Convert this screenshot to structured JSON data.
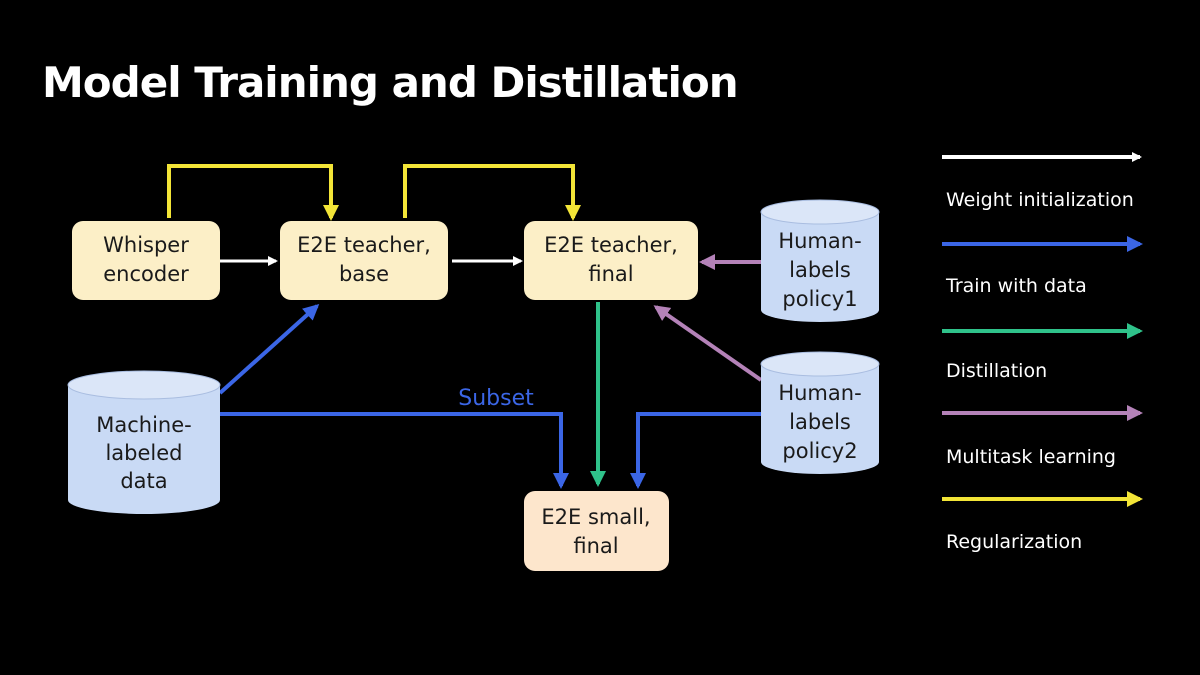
{
  "title": "Model Training and Distillation",
  "colors": {
    "node_fill": "#fcefc7",
    "small_fill": "#fde6cc",
    "db_fill": "#c9daf5",
    "white": "#ffffff",
    "blue": "#3b66e6",
    "green": "#2fc28a",
    "purple": "#b482b8",
    "yellow": "#f3e537"
  },
  "nodes": {
    "whisper": {
      "lines": [
        "Whisper",
        "encoder"
      ]
    },
    "teacher_base": {
      "lines": [
        "E2E teacher,",
        "base"
      ]
    },
    "teacher_final": {
      "lines": [
        "E2E teacher,",
        "final"
      ]
    },
    "small_final": {
      "lines": [
        "E2E small,",
        "final"
      ]
    }
  },
  "databases": {
    "human1": {
      "lines": [
        "Human-",
        "labels",
        "policy1"
      ]
    },
    "human2": {
      "lines": [
        "Human-",
        "labels",
        "policy2"
      ]
    },
    "machine": {
      "lines": [
        "Machine-",
        "labeled",
        "data"
      ]
    }
  },
  "edge_labels": {
    "subset": "Subset"
  },
  "legend": [
    {
      "label": "Weight initialization",
      "color": "white",
      "icon": "arrow-right-icon"
    },
    {
      "label": "Train with data",
      "color": "blue",
      "icon": "arrow-right-icon"
    },
    {
      "label": "Distillation",
      "color": "green",
      "icon": "arrow-right-icon"
    },
    {
      "label": "Multitask learning",
      "color": "purple",
      "icon": "arrow-right-icon"
    },
    {
      "label": "Regularization",
      "color": "yellow",
      "icon": "arrow-right-icon"
    }
  ]
}
